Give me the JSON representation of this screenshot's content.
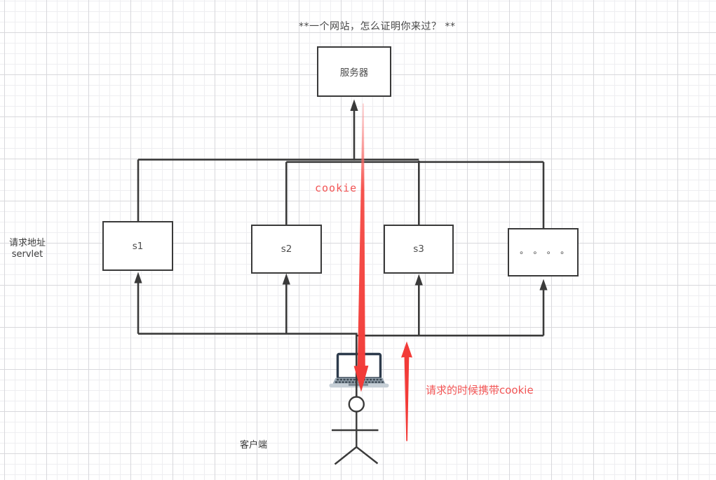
{
  "diagram": {
    "title": "**一个网站，怎么证明你来过？ **",
    "server": {
      "label": "服务器"
    },
    "servlets": [
      {
        "label": "s1"
      },
      {
        "label": "s2"
      },
      {
        "label": "s3"
      },
      {
        "label": "∘ ∘ ∘ ∘"
      }
    ],
    "side_label": {
      "line1": "请求地址",
      "line2": "servlet"
    },
    "client_label": "客户端",
    "annotations": {
      "cookie": "cookie",
      "request_with_cookie": "请求的时候携带cookie"
    },
    "colors": {
      "wire": "#3a3a3a",
      "red_arrow": "#f23b38",
      "red_text": "#f25555",
      "grid_major": "#d8d8dc",
      "grid_minor": "#eeeef1",
      "laptop_frame": "#2d3b4c"
    },
    "icons": {
      "client_device": "laptop-icon",
      "user": "stick-figure-icon",
      "cookie_flow_down": "red-down-arrow-icon",
      "request_flow_up": "red-up-arrow-icon"
    }
  }
}
